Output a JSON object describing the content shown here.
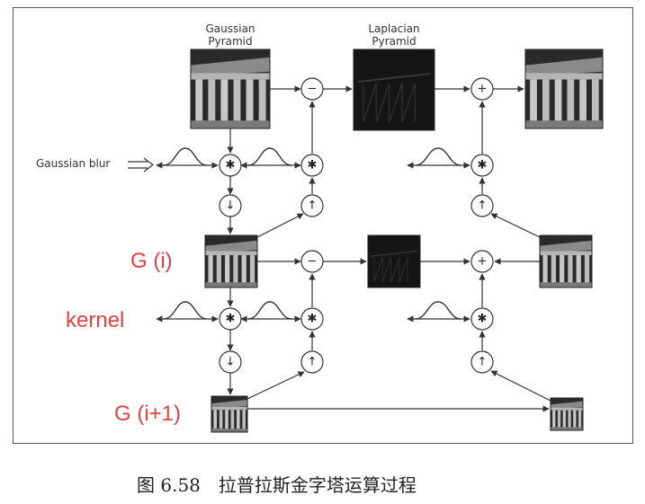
{
  "labels": {
    "gaussian_pyramid_1": "Gaussian",
    "gaussian_pyramid_2": "Pyramid",
    "laplacian_pyramid_1": "Laplacian",
    "laplacian_pyramid_2": "Pyramid",
    "gaussian_blur": "Gaussian blur"
  },
  "annotations": {
    "g_i": "G (i)",
    "kernel": "kernel",
    "g_i1": "G (i+1)"
  },
  "operators": {
    "minus": "−",
    "plus": "+",
    "convolve": "✱",
    "down": "↓",
    "up": "↑"
  },
  "caption": "图 6.58　拉普拉斯金字塔运算过程",
  "colors": {
    "annotation": "#e8413f",
    "stone": "#9a9a9a",
    "sky": "#2a2a2a",
    "laplacian": "#1a1a1a"
  },
  "icons": [
    "arrow-right-icon",
    "gaussian-bump-icon",
    "column-building-icon"
  ]
}
